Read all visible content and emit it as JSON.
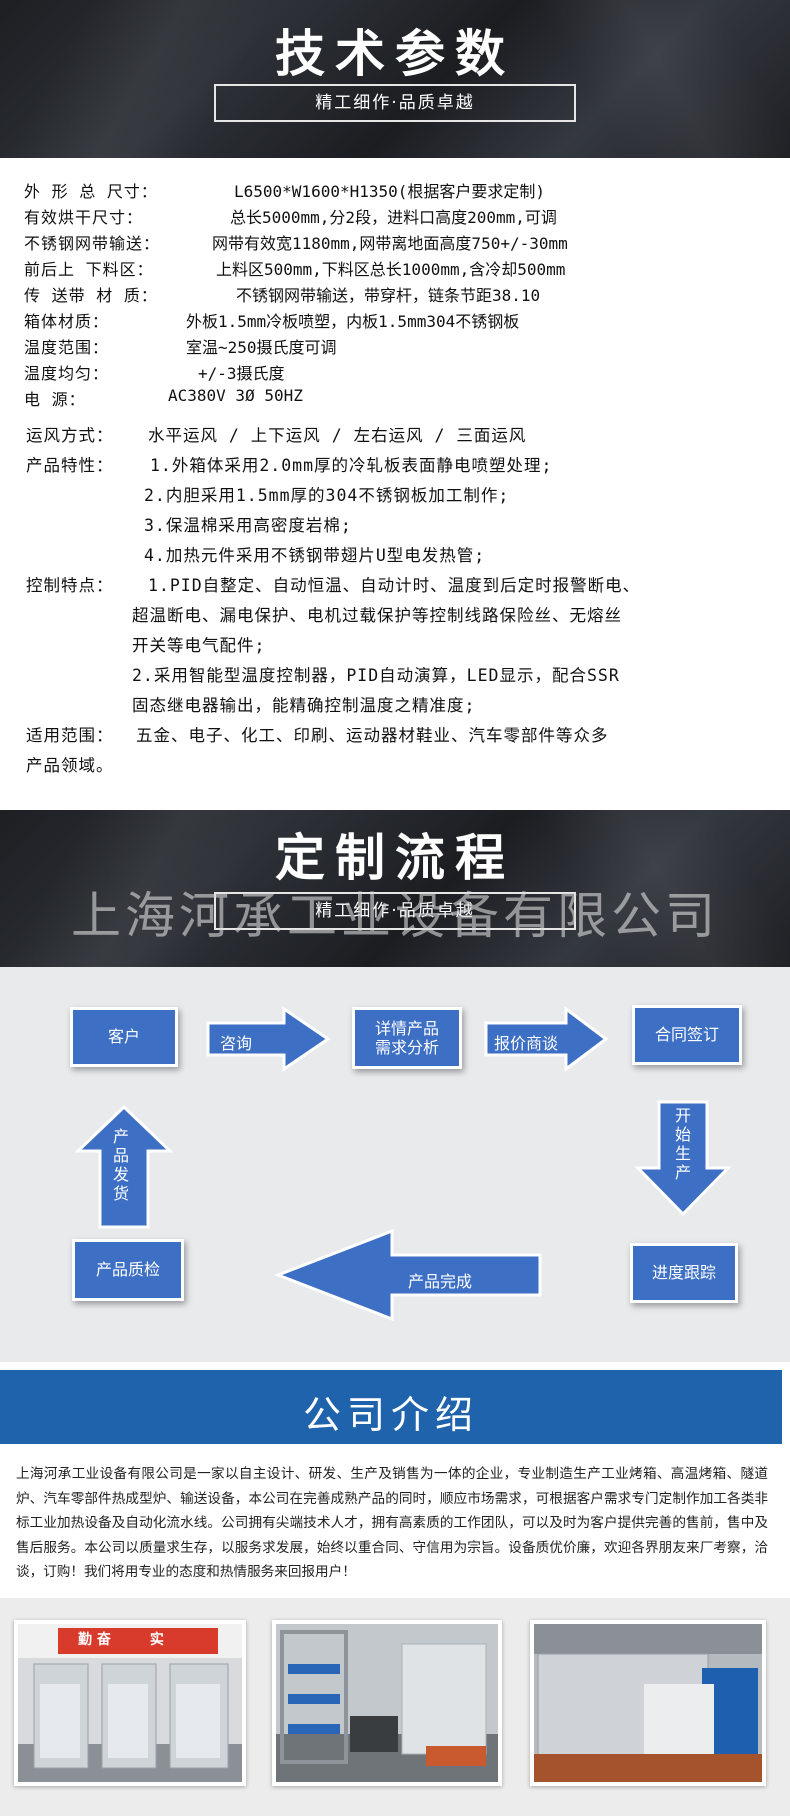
{
  "tech_banner": {
    "title": "技术参数",
    "subtitle": "精工细作·品质卓越"
  },
  "specs": [
    {
      "label": "外 形 总 尺寸：",
      "value": "L6500*W1600*H1350(根据客户要求定制)"
    },
    {
      "label": "有效烘干尺寸：",
      "value": "总长5000mm,分2段，进料口高度200mm,可调"
    },
    {
      "label": "不锈钢网带输送：",
      "value": "网带有效宽1180mm,网带离地面高度750+/-30mm"
    },
    {
      "label": "前后上 下料区：",
      "value": "上料区500mm,下料区总长1000mm,含冷却500mm"
    },
    {
      "label": "传 送带 材 质：",
      "value": "不锈钢网带输送，带穿杆，链条节距38.10"
    },
    {
      "label": "箱体材质：",
      "value": "外板1.5mm冷板喷塑，内板1.5mm304不锈钢板"
    },
    {
      "label": "温度范围：",
      "value": "室温~250摄氏度可调"
    },
    {
      "label": "温度均匀：",
      "value": "+/-3摄氏度"
    },
    {
      "label": "电    源：",
      "value": "AC380V 3Ø 50HZ"
    }
  ],
  "features": {
    "airflow_label": "运风方式：",
    "airflow_value": "水平运风  /  上下运风 / 左右运风 / 三面运风",
    "product_label": "产品特性：",
    "product_items": [
      "1.外箱体采用2.0mm厚的冷轧板表面静电喷塑处理;",
      "2.内胆采用1.5mm厚的304不锈钢板加工制作;",
      "3.保温棉采用高密度岩棉;",
      "4.加热元件采用不锈钢带翅片U型电发热管;"
    ],
    "control_label": "控制特点：",
    "control_lines": [
      "1.PID自整定、自动恒温、自动计时、温度到后定时报警断电、",
      "超温断电、漏电保护、电机过载保护等控制线路保险丝、无熔丝",
      "开关等电气配件;",
      "2.采用智能型温度控制器，PID自动演算，LED显示，配合SSR",
      "固态继电器输出，能精确控制温度之精准度;"
    ],
    "scope_label": "适用范围：",
    "scope_lines": [
      "五金、电子、化工、印刷、运动器材鞋业、汽车零部件等众多",
      "产品领域。"
    ]
  },
  "custom_banner": {
    "title": "定制流程",
    "subtitle": "精工细作·品质卓越",
    "watermark": "上海河承工业设备有限公司"
  },
  "flow": {
    "customer": "客户",
    "consult": "咨询",
    "analysis_line1": "详情产品",
    "analysis_line2": "需求分析",
    "quote": "报价商谈",
    "contract": "合同签订",
    "start_production": [
      "开",
      "始",
      "生",
      "产"
    ],
    "tracking": "进度跟踪",
    "complete": "产品完成",
    "inspection": "产品质检",
    "shipping": [
      "产",
      "品",
      "发",
      "货"
    ]
  },
  "company": {
    "title": "公司介绍",
    "intro": "上海河承工业设备有限公司是一家以自主设计、研发、生产及销售为一体的企业，专业制造生产工业烤箱、高温烤箱、隧道炉、汽车零部件热成型炉、输送设备，本公司在完善成熟产品的同时，顺应市场需求，可根据客户需求专门定制作加工各类非标工业加热设备及自动化流水线。公司拥有尖端技术人才，拥有高素质的工作团队，可以及时为客户提供完善的售前，售中及售后服务。本公司以质量求生存，以服务求发展，始终以重合同、守信用为宗旨。设备质优价廉，欢迎各界朋友来厂考察，洽谈，订购！我们将用专业的态度和热情服务来回报用户！",
    "photo1_sign": "勤 奋        实"
  },
  "colors": {
    "flow_blue": "#3d6fc4",
    "company_blue": "#2063ad"
  }
}
